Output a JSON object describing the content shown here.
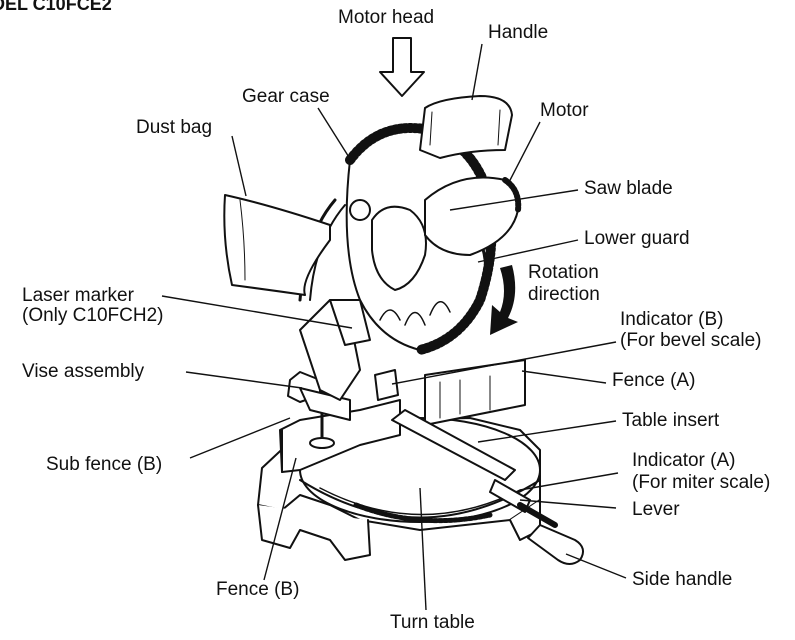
{
  "title_fragment": "DEL C10FCE2",
  "labels": {
    "motor_head": "Motor head",
    "handle": "Handle",
    "gear_case": "Gear case",
    "motor": "Motor",
    "dust_bag": "Dust bag",
    "saw_blade": "Saw blade",
    "lower_guard": "Lower guard",
    "rotation_line1": "Rotation",
    "rotation_line2": "direction",
    "laser_line1": "Laser marker",
    "laser_line2": "(Only C10FCH2)",
    "indicator_b_line1": "Indicator (B)",
    "indicator_b_line2": "(For bevel scale)",
    "vise_assembly": "Vise assembly",
    "fence_a": "Fence (A)",
    "table_insert": "Table insert",
    "sub_fence_b": "Sub fence (B)",
    "indicator_a_line1": "Indicator (A)",
    "indicator_a_line2": "(For miter scale)",
    "lever": "Lever",
    "side_handle": "Side handle",
    "fence_b": "Fence (B)",
    "turn_table": "Turn table"
  }
}
